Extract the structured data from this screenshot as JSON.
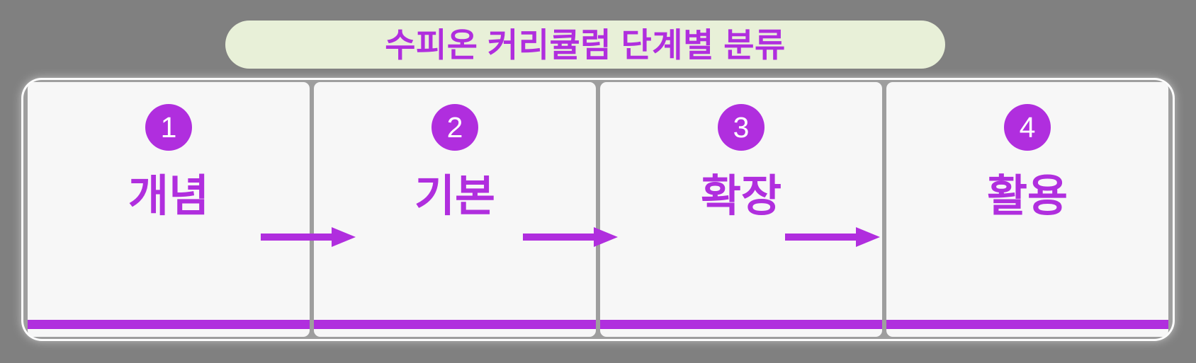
{
  "title": {
    "text": "수피온 커리큘럼 단계별 분류",
    "pill_color": "#e8f0d8",
    "text_color": "#b02ede"
  },
  "theme": {
    "background": "#808080",
    "accent": "#b02ede",
    "card_background": "#f7f7f7",
    "frame_background": "#9e9e9e",
    "frame_border": "#fdfdfd"
  },
  "flow": {
    "stages": [
      {
        "number": "1",
        "label": "개념"
      },
      {
        "number": "2",
        "label": "기본"
      },
      {
        "number": "3",
        "label": "확장"
      },
      {
        "number": "4",
        "label": "활용"
      }
    ],
    "connectors": [
      {
        "name": "arrow-stage-1-to-2"
      },
      {
        "name": "arrow-stage-2-to-3"
      },
      {
        "name": "arrow-stage-3-to-4"
      }
    ]
  }
}
